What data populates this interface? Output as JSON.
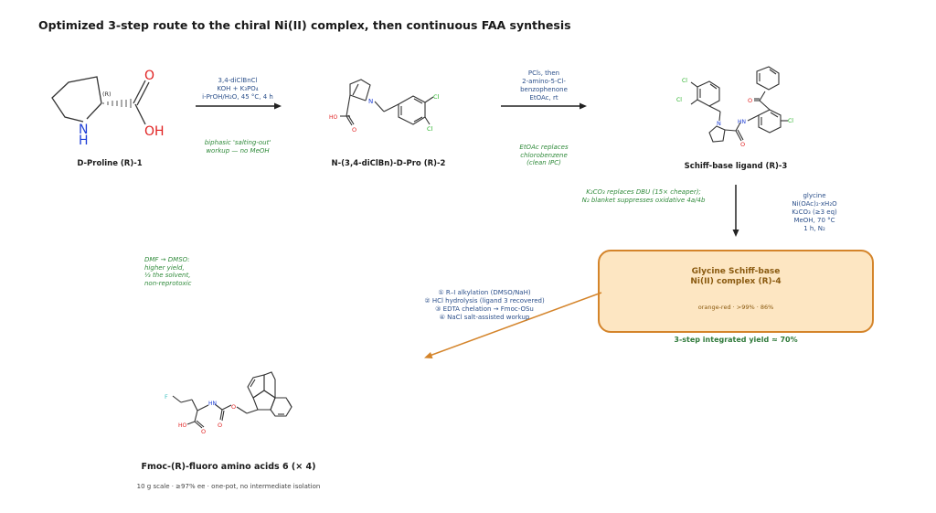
{
  "title": "Optimized 3-step route to the chiral Ni(II) complex, then continuous FAA synthesis",
  "compounds": {
    "c1": {
      "label": "D-Proline (R)-1",
      "stereo": "(R)"
    },
    "c2": {
      "label": "N-(3,4-diClBn)-D-Pro (R)-2"
    },
    "c3": {
      "label": "Schiff-base ligand (R)-3"
    },
    "c4": {
      "label": "Glycine Schiff-base\nNi(II) complex (R)-4",
      "sub": "orange-red · >99% · 86%"
    },
    "c6": {
      "label": "Fmoc-(R)-fluoro amino acids  6  (× 4)",
      "footer": "10 g scale · ≥97% ee · one-pot, no intermediate isolation"
    }
  },
  "steps": {
    "s1": {
      "conditions": "3,4-diClBnCl\nKOH + K₃PO₄\ni-PrOH/H₂O, 45 °C, 4 h",
      "note": "biphasic 'salting-out'\nworkup — no MeOH"
    },
    "s2": {
      "conditions": "PCl₅, then\n2-amino-5-Cl-\nbenzophenone\nEtOAc, rt",
      "note": "EtOAc replaces\nchlorobenzene\n(clean IPC)"
    },
    "s3": {
      "conditions": "glycine\nNi(OAc)₂·xH₂O\nK₂CO₃ (≥3 eq)\nMeOH, 70 °C\n1 h, N₂",
      "note": "K₂CO₃ replaces DBU (15× cheaper);\nN₂ blanket suppresses oxidative 4a/4b"
    },
    "s4": {
      "conditions": "① R–I alkylation (DMSO/NaH)\n② HCl hydrolysis (ligand 3 recovered)\n③ EDTA chelation → Fmoc-OSu\n④ NaCl salt-assisted workup",
      "note": "DMF → DMSO:\nhigher yield,\n⅓ the solvent,\nnon-reprotoxic"
    }
  },
  "integrated_yield": "3-step integrated yield ≈ 70%",
  "atoms": {
    "N": "N",
    "H": "H",
    "O": "O",
    "OH": "OH",
    "HO": "HO",
    "Cl": "Cl",
    "F": "F",
    "HN": "HN"
  },
  "colors": {
    "nitrogen": "#1f3fd6",
    "oxygen": "#e02020",
    "chlorine": "#22b022",
    "fluorine": "#3cc0c0",
    "box_fill": "#fde6c2",
    "box_border": "#d4842a",
    "note_green": "#2f8a3a",
    "condition_blue": "#2b4f8a"
  }
}
